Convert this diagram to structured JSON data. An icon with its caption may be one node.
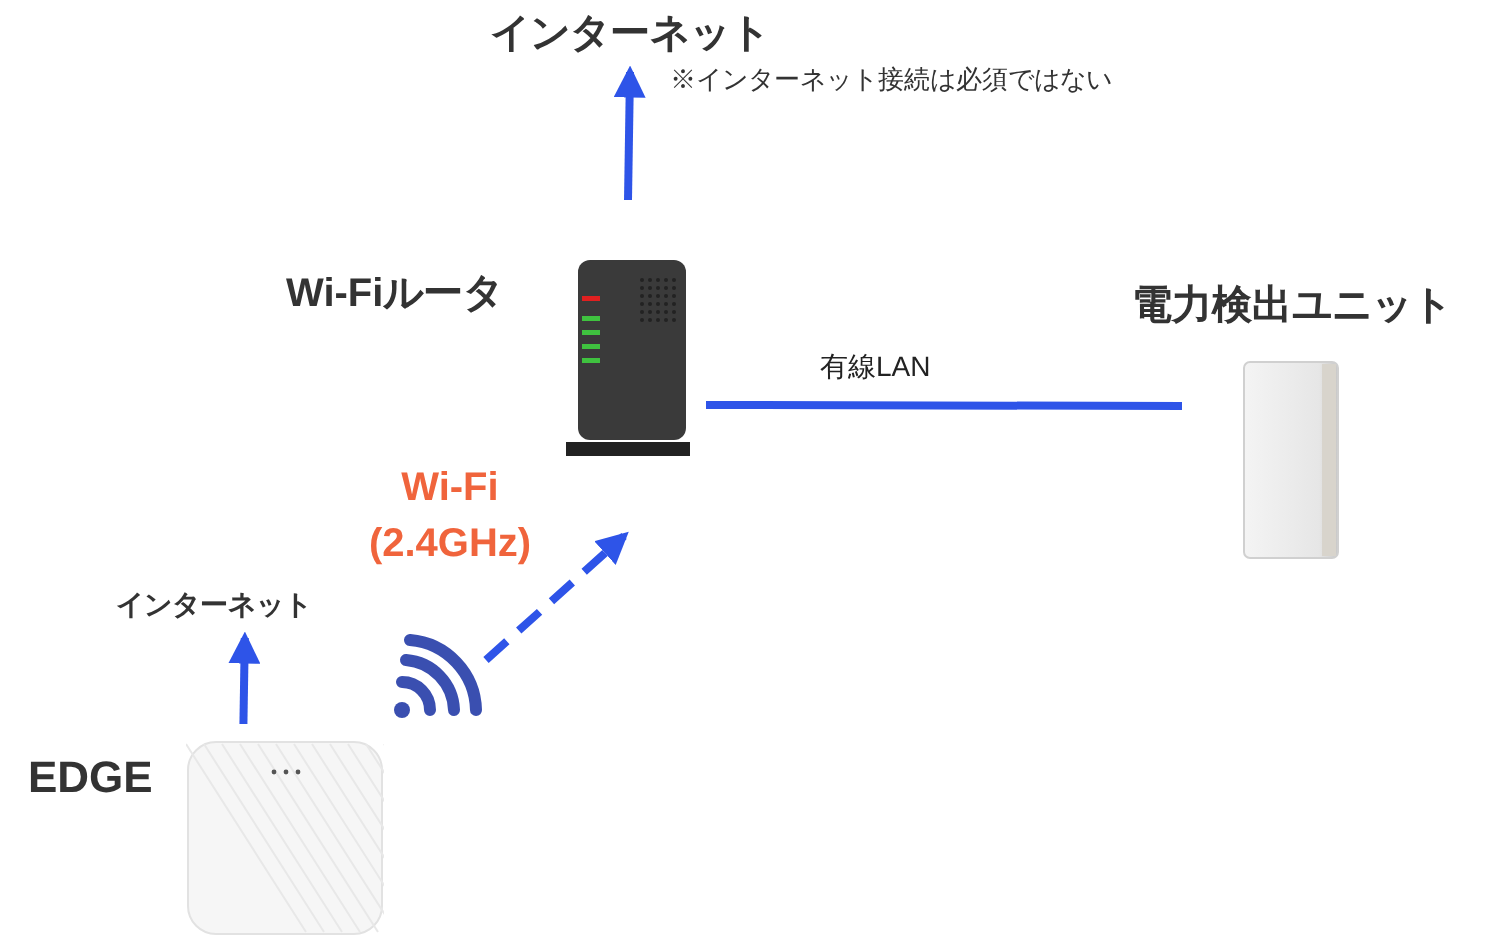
{
  "diagram": {
    "nodes": [
      {
        "text": [
          "インターネット"
        ],
        "beside": [
          "※インターネット接続は必須ではない"
        ]
      },
      {
        "text": [
          "Wi-Fiルータ"
        ]
      },
      {
        "text": [
          "電力検出ユニット"
        ]
      },
      {
        "text": [
          "インターネット"
        ]
      },
      {
        "text": [
          "EDGE"
        ]
      }
    ],
    "edges": [
      {
        "from": 1,
        "to": 0,
        "arrow": "to"
      },
      {
        "from": 1,
        "to": 2,
        "arrow": "none",
        "label": "有線LAN"
      },
      {
        "from": 4,
        "to": 1,
        "arrow": "to",
        "style": "dashed",
        "label": "Wi-Fi (2.4GHz)",
        "color": "#2e54e8"
      },
      {
        "from": 4,
        "to": 3,
        "arrow": "to"
      }
    ]
  }
}
